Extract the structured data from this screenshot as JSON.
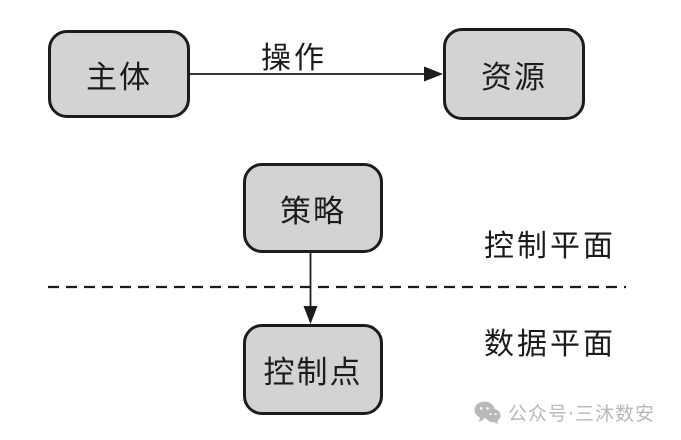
{
  "diagram": {
    "nodes": {
      "subject": {
        "label": "主体"
      },
      "resource": {
        "label": "资源"
      },
      "policy": {
        "label": "策略"
      },
      "enforcement_point": {
        "label": "控制点"
      }
    },
    "edges": {
      "operation": {
        "label": "操作",
        "from": "subject",
        "to": "resource"
      },
      "policy_to_enforcement": {
        "label": "",
        "from": "policy",
        "to": "enforcement_point"
      }
    },
    "planes": {
      "control": {
        "label": "控制平面"
      },
      "data": {
        "label": "数据平面"
      }
    },
    "watermark": {
      "icon": "wechat-icon",
      "text": "公众号·三沐数安"
    },
    "colors": {
      "background": "#ffffff",
      "node_fill": "#d3d3d3",
      "node_border": "#1c1c1c",
      "text": "#1c1c1c",
      "watermark": "#b9b9b9"
    }
  }
}
